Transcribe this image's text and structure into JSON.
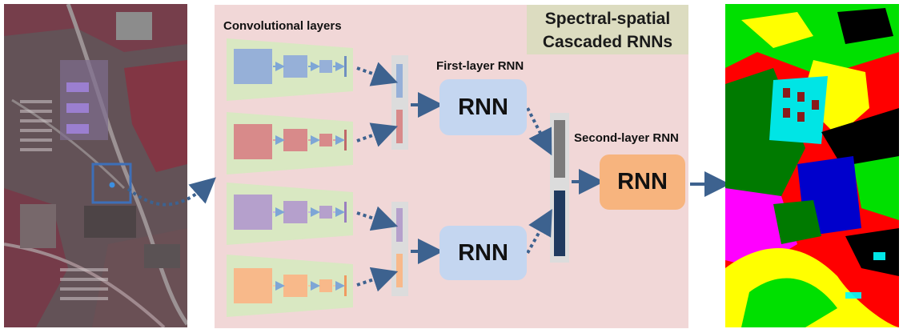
{
  "title": {
    "line1": "Spectral-spatial",
    "line2": "Cascaded RNNs"
  },
  "labels": {
    "conv": "Convolutional layers",
    "first_rnn": "First-layer RNN",
    "second_rnn": "Second-layer RNN"
  },
  "rnn_blocks": {
    "top": "RNN",
    "bottom": "RNN",
    "second": "RNN"
  },
  "colors": {
    "blue": "#96b0d8",
    "red": "#d88a8a",
    "purple": "#b5a0cc",
    "orange": "#f8b98a",
    "green_bg": "#d9e8c2",
    "rnn_blue": "#c4d6f0",
    "rnn_orange": "#f7b47e",
    "arrow": "#3d628f",
    "panel": "#f1d7d7"
  }
}
